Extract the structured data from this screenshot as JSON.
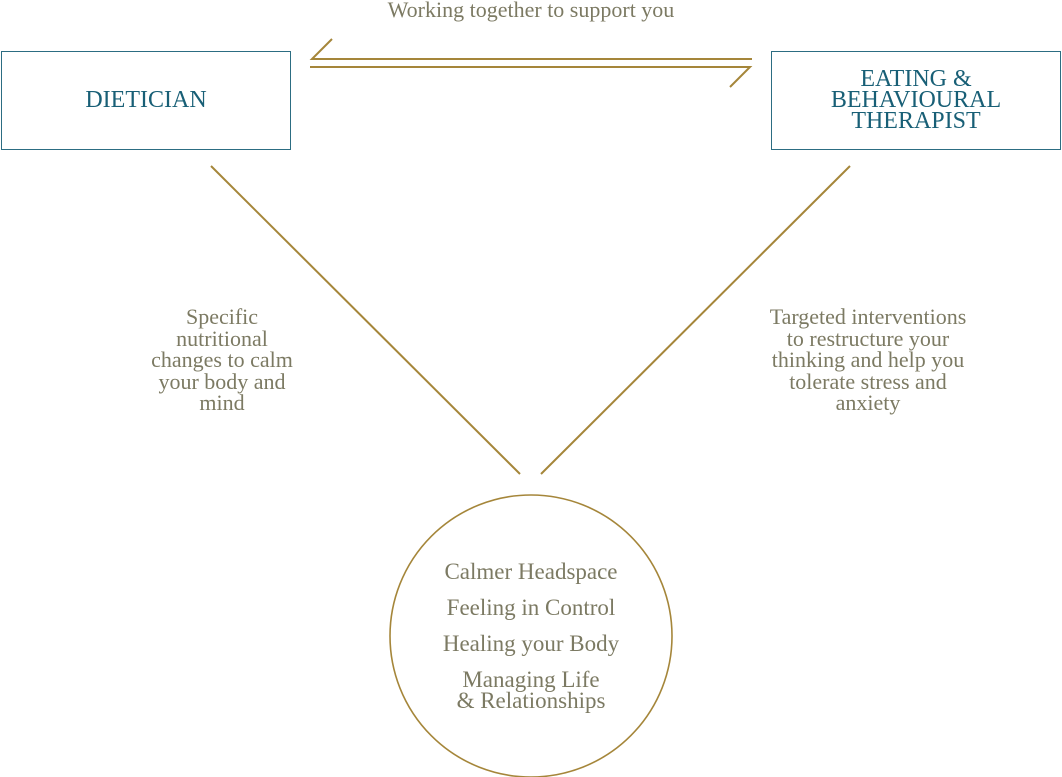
{
  "diagram": {
    "caption": "Working together to support you",
    "nodes": {
      "dietician": {
        "label": "DIETICIAN"
      },
      "therapist": {
        "label_lines": [
          "EATING &",
          "BEHAVIOURAL",
          "THERAPIST"
        ]
      }
    },
    "edges": {
      "dietician_to_outcomes": {
        "label_lines": [
          "Specific",
          "nutritional",
          "changes to calm",
          "your body and",
          "mind"
        ]
      },
      "therapist_to_outcomes": {
        "label_lines": [
          "Targeted interventions",
          "to restructure your",
          "thinking and help you",
          "tolerate stress and",
          "anxiety"
        ]
      },
      "collaboration": {
        "type": "bidirectional-arrow"
      }
    },
    "outcomes": {
      "items": [
        {
          "lines": [
            "Calmer Headspace"
          ]
        },
        {
          "lines": [
            "Feeling in Control"
          ]
        },
        {
          "lines": [
            "Healing your Body"
          ]
        },
        {
          "lines": [
            "Managing Life",
            "& Relationships"
          ]
        }
      ]
    },
    "colors": {
      "line": "#a5863a",
      "box_border": "#2c6d82",
      "box_text": "#185f76",
      "body_text": "#7c7a63"
    }
  }
}
